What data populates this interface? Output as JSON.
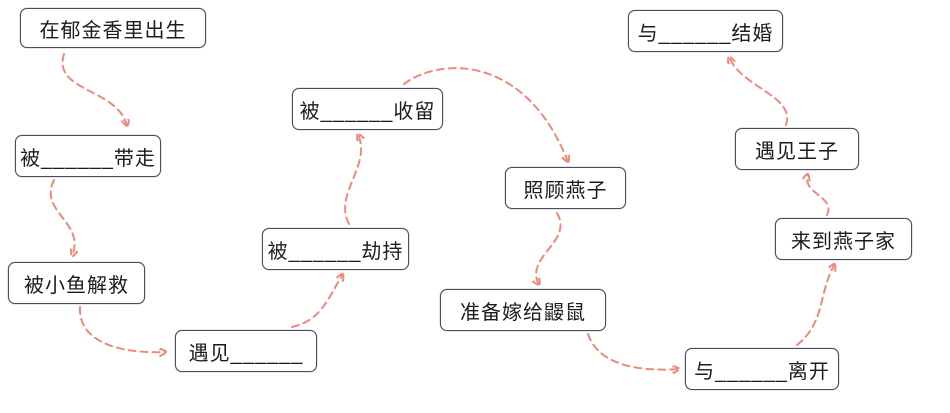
{
  "diagram": {
    "nodes": [
      {
        "id": "born-in-tulip",
        "label": "在郁金香里出生"
      },
      {
        "id": "taken-away",
        "label": "被______带走"
      },
      {
        "id": "rescued-by-fish",
        "label": "被小鱼解救"
      },
      {
        "id": "met-blank",
        "label": "遇见______"
      },
      {
        "id": "kidnapped",
        "label": "被______劫持"
      },
      {
        "id": "taken-in",
        "label": "被______收留"
      },
      {
        "id": "care-for-swallow",
        "label": "照顾燕子"
      },
      {
        "id": "prepare-marry-mole",
        "label": "准备嫁给鼹鼠"
      },
      {
        "id": "leave-with",
        "label": "与______离开"
      },
      {
        "id": "arrive-swallow-home",
        "label": "来到燕子家"
      },
      {
        "id": "meet-prince",
        "label": "遇见王子"
      },
      {
        "id": "marry-blank",
        "label": "与______结婚"
      }
    ],
    "edges": [
      {
        "from": "born-in-tulip",
        "to": "taken-away"
      },
      {
        "from": "taken-away",
        "to": "rescued-by-fish"
      },
      {
        "from": "rescued-by-fish",
        "to": "met-blank"
      },
      {
        "from": "met-blank",
        "to": "kidnapped"
      },
      {
        "from": "kidnapped",
        "to": "taken-in"
      },
      {
        "from": "taken-in",
        "to": "care-for-swallow"
      },
      {
        "from": "care-for-swallow",
        "to": "prepare-marry-mole"
      },
      {
        "from": "prepare-marry-mole",
        "to": "leave-with"
      },
      {
        "from": "leave-with",
        "to": "arrive-swallow-home"
      },
      {
        "from": "arrive-swallow-home",
        "to": "meet-prince"
      },
      {
        "from": "meet-prince",
        "to": "marry-blank"
      }
    ],
    "colors": {
      "arrow": "#f0897d",
      "box_border": "#4d4960",
      "text": "#1c1c1c",
      "background": "#ffffff"
    }
  }
}
